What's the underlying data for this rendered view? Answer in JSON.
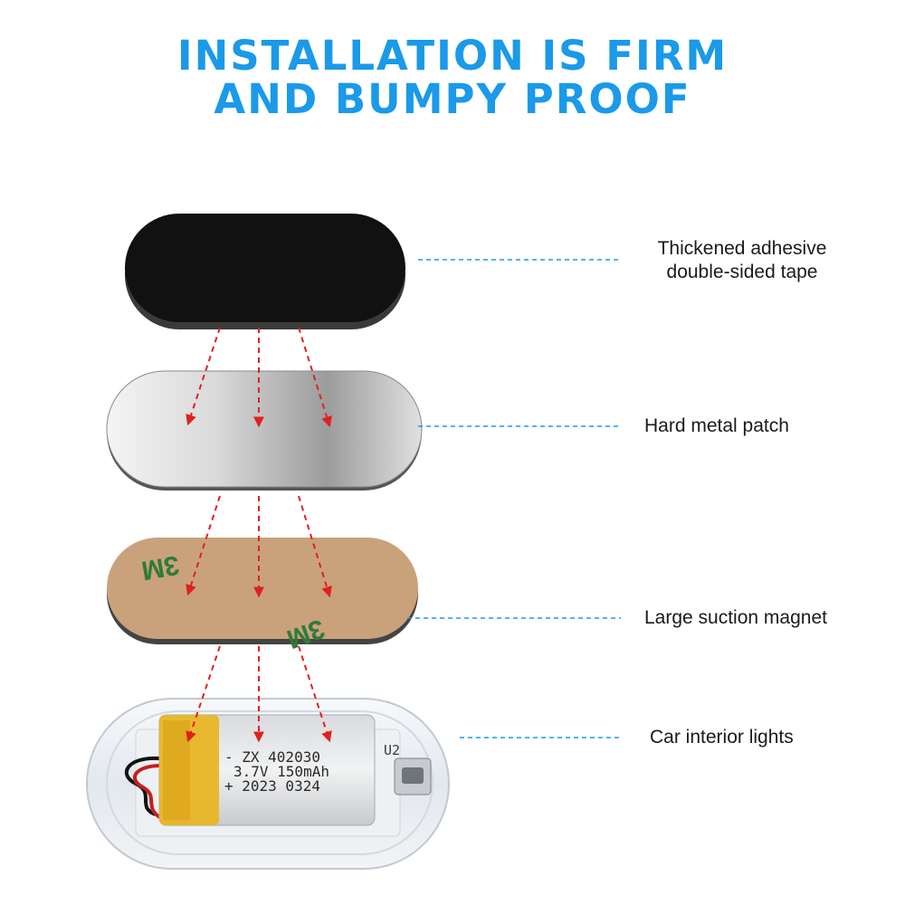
{
  "headline": {
    "line1": "INSTALLATION IS FIRM",
    "line2": "AND BUMPY PROOF",
    "color": "#1a9ae8"
  },
  "layers": [
    {
      "name": "Thickened adhesive",
      "name_line2": "double-sided tape",
      "material": "black-foam"
    },
    {
      "name": "Hard metal patch",
      "material": "brushed-metal"
    },
    {
      "name": "Large suction magnet",
      "material": "3m-backing-paper",
      "brand_mark": "3M"
    },
    {
      "name": "Car interior lights",
      "material": "clear-case"
    }
  ],
  "battery": {
    "line1": "- ZX 402030",
    "line2": "3.7V 150mAh",
    "line3": "+ 2023 0324"
  },
  "board_label": "U2",
  "colors": {
    "arrow": "#e02020",
    "leader_line": "#1a9ae8",
    "tape": "#111111",
    "backing": "#c9a27c",
    "brand_mark": "#2f7a3a",
    "battery_wrap": "#e8b51e"
  }
}
